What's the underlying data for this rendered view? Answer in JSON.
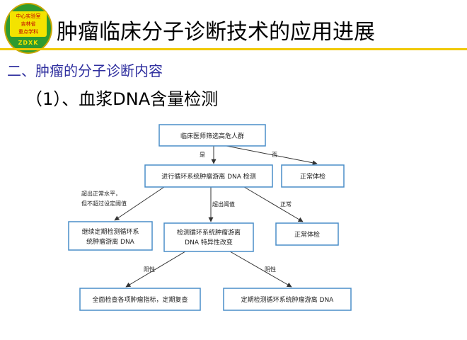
{
  "logo": {
    "line1": "中心实验室",
    "line2": "吉林省",
    "line3": "重点学科",
    "line4": "ZDXK"
  },
  "title": "肿瘤临床分子诊断技术的应用进展",
  "subtitle": "二、肿瘤的分子诊断内容",
  "point": "（1）、血浆DNA含量检测",
  "flowchart": {
    "nodes": {
      "screen": "临床医师筛选高危人群",
      "detect": "进行循环系统肿瘤游离 DNA 检测",
      "normal1": "正常体检",
      "monitor_l1": "继续定期检测循环系",
      "monitor_l2": "统肿瘤游离 DNA",
      "specific_l1": "检测循环系统肿瘤游离",
      "specific_l2": "DNA 特异性改变",
      "normal2": "正常体检",
      "fullcheck": "全面检查各项肿瘤指标，定期复查",
      "periodic": "定期检测循环系统肿瘤游离 DNA"
    },
    "edges": {
      "yes": "是",
      "no": "否",
      "over_normal_l1": "超出正常水平，",
      "over_normal_l2": "但不超过设定阈值",
      "over_threshold": "超出阈值",
      "normal": "正常",
      "positive": "阳性",
      "negative": "阴性"
    }
  }
}
